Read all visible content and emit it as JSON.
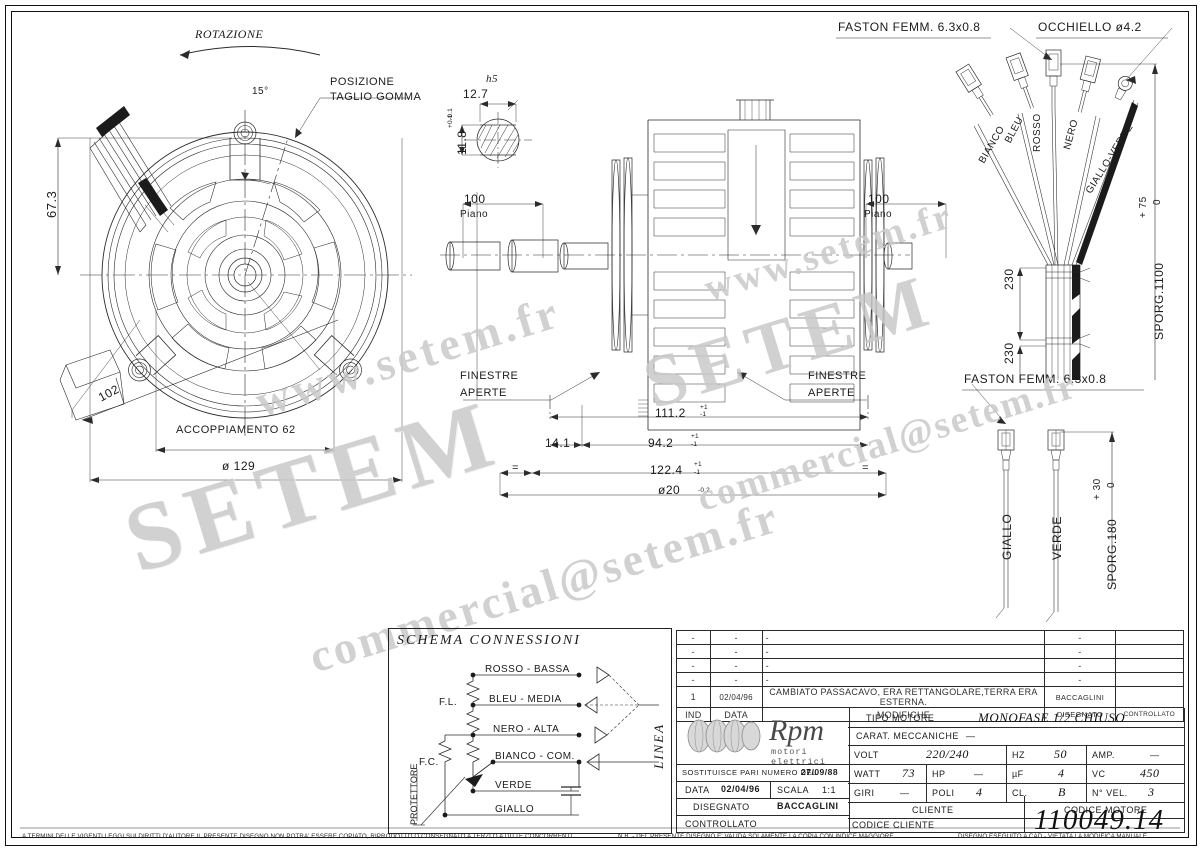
{
  "document": {
    "type": "technical-drawing",
    "motor_code": "110049.14",
    "watermarks": {
      "w1": "SETEM",
      "w2": "www.setem.fr",
      "w3": "commercial@setem.fr",
      "w4": "SETEM",
      "w5": "www.setem.fr",
      "w6": "commercial@setem.fr"
    }
  },
  "front_view": {
    "rotation_label": "ROTAZIONE",
    "cut_position_label_line1": "POSIZIONE",
    "cut_position_label_line2": "TAGLIO GOMMA",
    "angle": "15°",
    "dim_height": "67.3",
    "dim_diag": "102",
    "dim_coupling": "ACCOPPIAMENTO 62",
    "dim_diameter": "ø 129"
  },
  "shaft_detail": {
    "tolerance_class": "h5",
    "width": "12.7",
    "height": "11.8",
    "tol_plus": "+0.1",
    "tol_minus": "-0.1"
  },
  "section_view": {
    "plane_left_dim": "100",
    "plane_left_label": "Piano",
    "plane_right_dim": "100",
    "plane_right_label": "Piano",
    "windows_left_line1": "FINESTRE",
    "windows_left_line2": "APERTE",
    "windows_right_line1": "FINESTRE",
    "windows_right_line2": "APERTE",
    "dim_111": "111.2",
    "dim_111_tol_plus": "+1",
    "dim_111_tol_minus": "-1",
    "dim_94": "94.2",
    "dim_94_tol_plus": "+1",
    "dim_94_tol_minus": "-1",
    "dim_14": "14.1",
    "dim_122": "122.4",
    "dim_122_tol_plus": "+1",
    "dim_122_tol_minus": "-1",
    "dim_20": "ø20",
    "dim_20_tol": "-0.2",
    "eq_left": "=",
    "eq_right": "="
  },
  "harness_top": {
    "faston_label": "FASTON FEMM. 6.3x0.8",
    "eyelet_label": "OCCHIELLO ø4.2",
    "wires": [
      "BIANCO",
      "BLEU",
      "ROSSO",
      "NERO",
      "GIALLO-VERDE"
    ],
    "dim_230_a": "230",
    "dim_230_b": "230",
    "protrusion": "SPORG.1100",
    "protrusion_tol_plus": "+ 75",
    "protrusion_tol_minus": "0"
  },
  "harness_bottom": {
    "faston_label": "FASTON FEMM. 6.3x0.8",
    "wires": [
      "GIALLO",
      "VERDE"
    ],
    "protrusion": "SPORG.180",
    "protrusion_tol_plus": "+ 30",
    "protrusion_tol_minus": "0"
  },
  "schema": {
    "title": "SCHEMA CONNESSIONI",
    "line_label": "LINEA",
    "fl_label": "F.L.",
    "fc_label": "F.C.",
    "protector_label": "PROTETTORE",
    "terminals": [
      "ROSSO - BASSA",
      "BLEU - MEDIA",
      "NERO - ALTA",
      "BIANCO - COM.",
      "VERDE",
      "GIALLO"
    ]
  },
  "title_block": {
    "revisions": [
      {
        "ind": "-",
        "data": "-",
        "desc": "-",
        "disegnato": "-",
        "controllato": ""
      },
      {
        "ind": "-",
        "data": "-",
        "desc": "-",
        "disegnato": "-",
        "controllato": ""
      },
      {
        "ind": "-",
        "data": "-",
        "desc": "-",
        "disegnato": "-",
        "controllato": ""
      },
      {
        "ind": "-",
        "data": "-",
        "desc": "-",
        "disegnato": "-",
        "controllato": ""
      },
      {
        "ind": "1",
        "data": "02/04/96",
        "desc": "CAMBIATO PASSACAVO, ERA RETTANGOLARE,TERRA ERA ESTERNA.",
        "disegnato": "BACCAGLINI",
        "controllato": ""
      }
    ],
    "headers": {
      "ind": "IND",
      "data": "DATA",
      "modifiche": "MODIFICHE",
      "disegnato": "DISEGNATO",
      "controllato": "CONTROLLATO"
    },
    "logo_text": "Rpm",
    "logo_subtitle": "motori elettrici",
    "fields": {
      "tipo_motore_label": "TIPO MOTORE",
      "tipo_motore_value": "MONOFASE 1/2 CHIUSO",
      "carat_label": "CARAT. MECCANICHE",
      "carat_value": "—",
      "volt_label": "VOLT",
      "volt_value": "220/240",
      "hz_label": "HZ",
      "hz_value": "50",
      "amp_label": "AMP.",
      "amp_value": "—",
      "watt_label": "WATT",
      "watt_value": "73",
      "hp_label": "HP",
      "hp_value": "—",
      "uf_label": "µF",
      "uf_value": "4",
      "vc_label": "VC",
      "vc_value": "450",
      "giri_label": "GIRI",
      "giri_value": "—",
      "poli_label": "POLI",
      "poli_value": "4",
      "cl_label": "CL.",
      "cl_value": "B",
      "nvel_label": "N° VEL.",
      "nvel_value": "3",
      "sostituisce_label": "SOSTITUISCE PARI NUMERO DEL",
      "sostituisce_value": "27/09/88",
      "data_label": "DATA",
      "data_value": "02/04/96",
      "scala_label": "SCALA",
      "scala_value": "1:1",
      "disegnato_label": "DISEGNATO",
      "disegnato_value": "BACCAGLINI",
      "controllato_label": "CONTROLLATO",
      "cliente_label": "CLIENTE",
      "codice_cliente_label": "CODICE CLIENTE",
      "codice_motore_label": "CODICE MOTORE",
      "codice_motore_value": "110049.14"
    }
  },
  "footer": {
    "left": "A TERMINI DELLE VIGENTI LEGGI SUI DIRITTI D'AUTORE IL PRESENTE DISEGNO NON POTRA' ESSERE COPIATO, RIPRODOTTO O CONSEGNATO A TERZI O A DITTE CONCORRENTI.",
    "middle": "N.B. - DEL PRESENTE DISEGNO E' VALIDA SOLAMENTE LA COPIA CON INDICE MAGGIORE.",
    "right": "DISEGNO ESEGUITO A CAD - VIETATA LA MODIFICA MANUALE"
  }
}
